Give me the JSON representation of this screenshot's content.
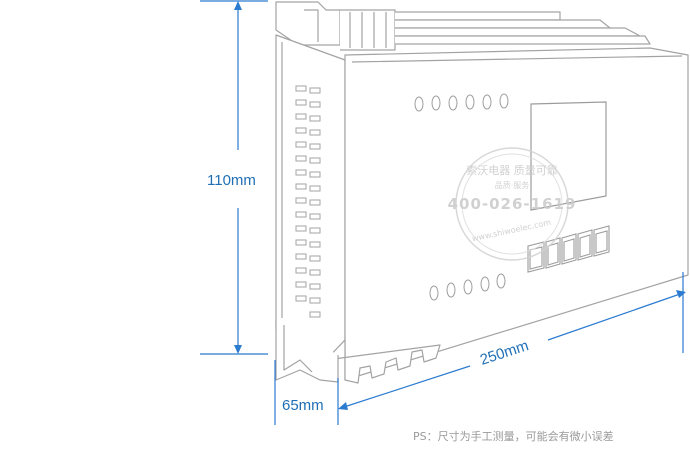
{
  "dimensions": {
    "height_label": "110mm",
    "depth_label": "65mm",
    "length_label": "250mm"
  },
  "note": "PS：尺寸为手工测量，可能会有微小误差",
  "watermark": {
    "line1": "索沃电器 质量可靠",
    "line2": "品质·服务",
    "phone": "400-026-1619",
    "url": "www.shiwoelec.com"
  },
  "colors": {
    "dimension_line": "#2b7bd0",
    "outline": "#9c9c9c",
    "note_text": "#9a9a9a"
  }
}
